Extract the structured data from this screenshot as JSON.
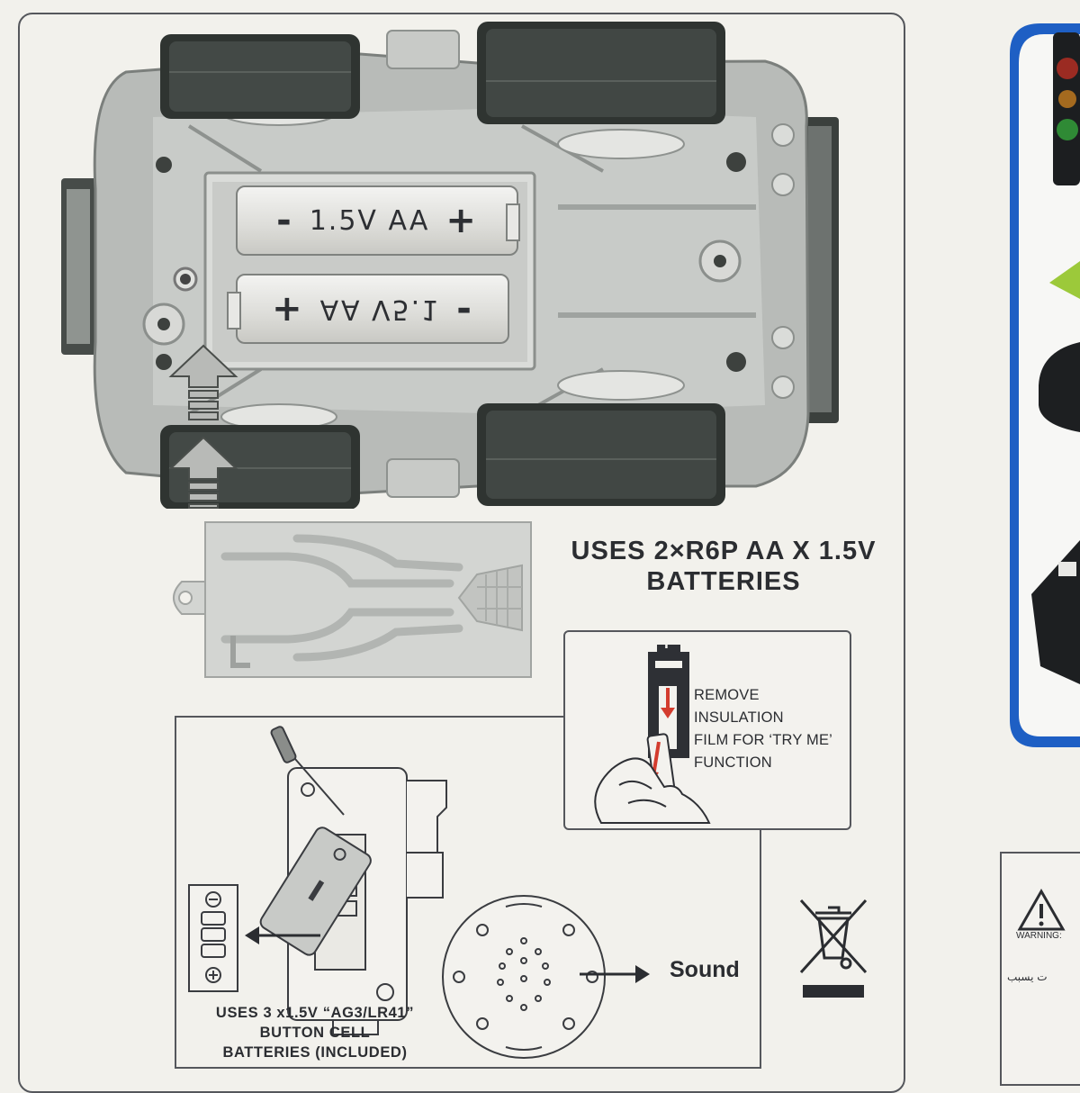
{
  "batteries": {
    "top_cell": {
      "minus": "-",
      "label": "1.5V AA",
      "plus": "+"
    },
    "bottom_cell": {
      "plus": "+",
      "label": "AA V5.1",
      "minus": "-"
    }
  },
  "main_note": {
    "line1": "USES 2×R6P AA X 1.5V",
    "line2": "BATTERIES"
  },
  "try_me": {
    "line1": "REMOVE INSULATION",
    "line2": "FILM FOR ‘TRY ME’",
    "line3": "FUNCTION",
    "cell_plus": "+"
  },
  "sound": {
    "label": "Sound"
  },
  "button_cell_note": {
    "line1": "USES 3 x1.5V  “AG3/LR41”",
    "line2": "BUTTON CELL",
    "line3": "BATTERIES (INCLUDED)"
  },
  "warning": {
    "label": "WARNING:",
    "arabic": "ت يسبب"
  },
  "colors": {
    "background": "#f2f1ec",
    "tire": "#353b37",
    "chassis": "#b9bcb9",
    "battery_compartment": "#dcdedb",
    "arrow": "#d33c2e",
    "frame_blue": "#1e5fc4",
    "ink": "#2e3035"
  }
}
